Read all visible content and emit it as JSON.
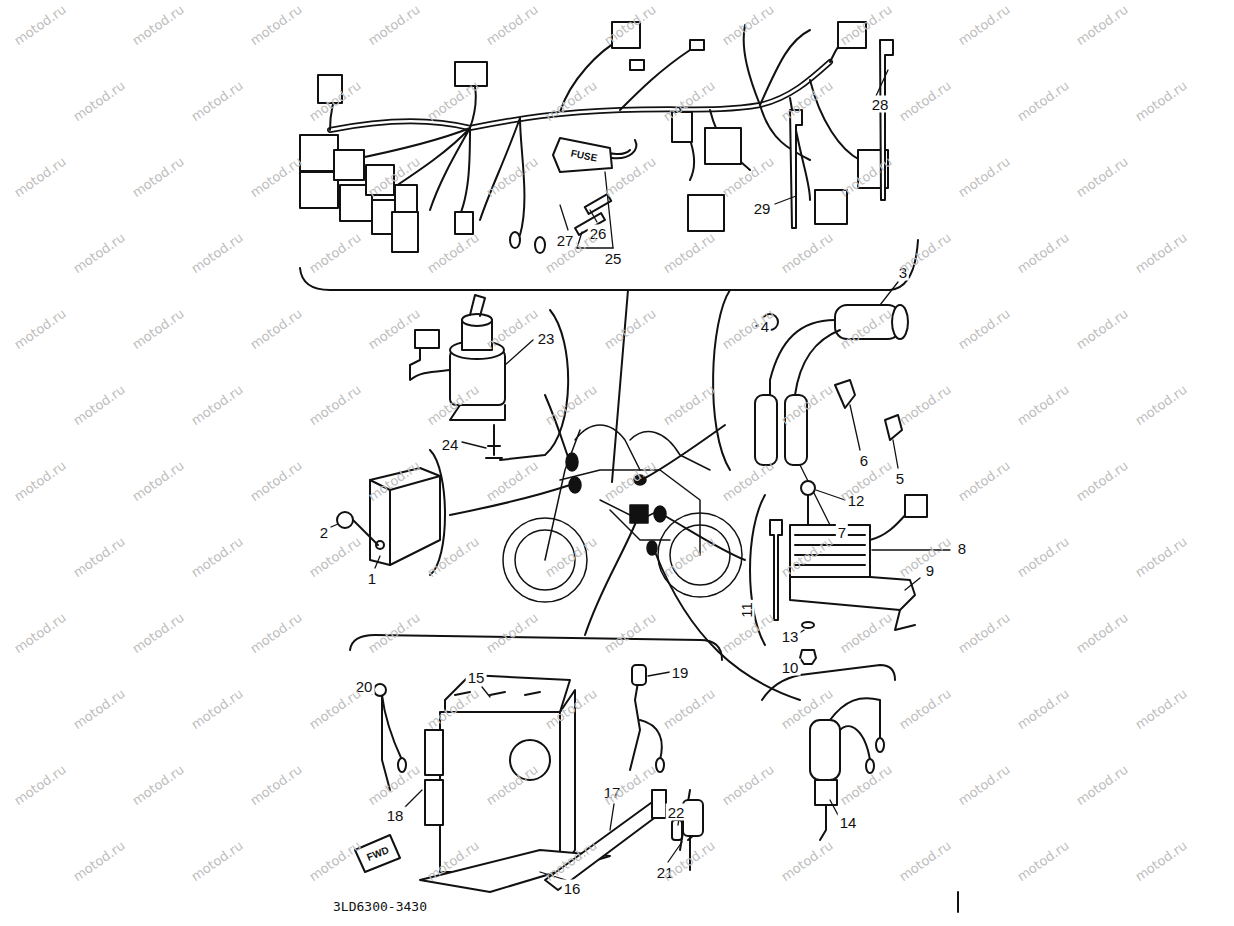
{
  "diagram": {
    "labels": [
      "1",
      "2",
      "3",
      "4",
      "5",
      "6",
      "7",
      "8",
      "9",
      "10",
      "11",
      "12",
      "13",
      "14",
      "15",
      "16",
      "17",
      "18",
      "19",
      "20",
      "21",
      "22",
      "23",
      "24",
      "25",
      "26",
      "27",
      "28",
      "29",
      "FUSE",
      "FWD",
      "3LD6300-3430",
      "motod.ru",
      "motod.ru",
      "motod.ru",
      "motod.ru",
      "motod.ru",
      "motod.ru",
      "motod.ru",
      "motod.ru",
      "motod.ru",
      "motod.ru",
      "motod.ru",
      "motod.ru",
      "motod.ru",
      "motod.ru",
      "motod.ru",
      "motod.ru",
      "motod.ru",
      "motod.ru",
      "motod.ru",
      "motod.ru",
      "motod.ru",
      "motod.ru",
      "motod.ru",
      "motod.ru",
      "motod.ru",
      "motod.ru",
      "motod.ru",
      "motod.ru",
      "motod.ru",
      "motod.ru",
      "motod.ru",
      "motod.ru",
      "motod.ru",
      "motod.ru",
      "motod.ru",
      "motod.ru",
      "motod.ru",
      "motod.ru",
      "motod.ru",
      "motod.ru",
      "motod.ru",
      "motod.ru",
      "motod.ru",
      "motod.ru",
      "motod.ru",
      "motod.ru",
      "motod.ru",
      "motod.ru",
      "motod.ru",
      "motod.ru",
      "motod.ru",
      "motod.ru",
      "motod.ru",
      "motod.ru",
      "motod.ru",
      "motod.ru",
      "motod.ru",
      "motod.ru",
      "motod.ru",
      "motod.ru",
      "motod.ru",
      "motod.ru",
      "motod.ru",
      "motod.ru",
      "motod.ru",
      "motod.ru",
      "motod.ru",
      "motod.ru",
      "motod.ru",
      "motod.ru",
      "motod.ru",
      "motod.ru",
      "motod.ru",
      "motod.ru",
      "motod.ru",
      "motod.ru",
      "motod.ru",
      "motod.ru",
      "motod.ru",
      "motod.ru",
      "motod.ru",
      "motod.ru",
      "motod.ru",
      "motod.ru",
      "motod.ru",
      "motod.ru",
      "motod.ru",
      "motod.ru",
      "motod.ru",
      "motod.ru",
      "motod.ru",
      "motod.ru",
      "motod.ru",
      "motod.ru",
      "motod.ru",
      "motod.ru",
      "motod.ru",
      "motod.ru",
      "motod.ru",
      "motod.ru",
      "motod.ru",
      "motod.ru",
      "motod.ru",
      "motod.ru",
      "motod.ru",
      "motod.ru",
      "motod.ru",
      "motod.ru",
      "motod.ru",
      "motod.ru",
      "motod.ru",
      "motod.ru",
      "motod.ru",
      "motod.ru",
      "motod.ru",
      "motod.ru",
      "motod.ru",
      "motod.ru",
      "motod.ru",
      "motod.ru"
    ]
  }
}
